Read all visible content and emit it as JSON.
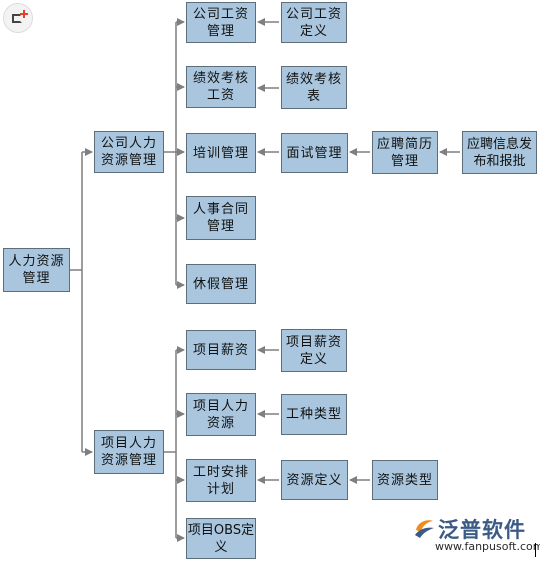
{
  "nodes": {
    "root": "人力资源\n管理",
    "company_hr": "公司人力\n资源管理",
    "project_hr": "项目人力\n资源管理",
    "company_salary_mgmt": "公司工资\n管理",
    "company_salary_def": "公司工资\n定义",
    "perf_salary": "绩效考核\n工资",
    "perf_table": "绩效考核\n表",
    "training_mgmt": "培训管理",
    "interview_mgmt": "面试管理",
    "resume_mgmt": "应聘简历\n管理",
    "recruit_publish": "应聘信息发\n布和报批",
    "contract_mgmt": "人事合同\n管理",
    "leave_mgmt": "休假管理",
    "project_salary": "项目薪资",
    "project_salary_def": "项目薪资\n定义",
    "project_hr_resource": "项目人力\n资源",
    "work_type": "工种类型",
    "schedule_plan": "工时安排\n计划",
    "resource_def": "资源定义",
    "resource_type": "资源类型",
    "project_obs_def": "项目OBS定\n义"
  },
  "brand": {
    "name": "泛普软件",
    "url": "www.fanpusoft.com"
  },
  "colors": {
    "node_fill": "#a9c6de",
    "node_border": "#5d6d7a",
    "line": "#7f7f7f",
    "brand_blue": "#3b5b86",
    "brand_orange": "#f08c1a"
  },
  "icons": [
    "add-box-icon",
    "fanpu-logo-icon"
  ]
}
